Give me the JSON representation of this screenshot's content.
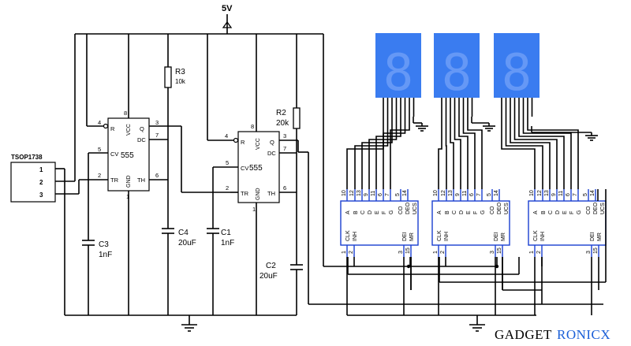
{
  "supply": {
    "label": "5V"
  },
  "sensor": {
    "name": "TSOP1738",
    "pins": [
      "1",
      "2",
      "3"
    ]
  },
  "timers": [
    {
      "part": "555",
      "pins": {
        "vcc": "8",
        "gnd": "1",
        "reset": "4",
        "cv": "5",
        "trigger": "2",
        "threshold": "6",
        "discharge": "7",
        "output": "3"
      },
      "labels": {
        "r": "R",
        "vcc": "VCC",
        "q": "Q",
        "dc": "DC",
        "cv": "CV",
        "tr": "TR",
        "th": "TH",
        "gnd": "GND"
      }
    },
    {
      "part": "555",
      "pins": {
        "vcc": "8",
        "gnd": "1",
        "reset": "4",
        "cv": "5",
        "trigger": "2",
        "threshold": "6",
        "discharge": "7",
        "output": "3"
      },
      "labels": {
        "r": "R",
        "vcc": "VCC",
        "q": "Q",
        "dc": "DC",
        "cv": "CV",
        "tr": "TR",
        "th": "TH",
        "gnd": "GND"
      }
    }
  ],
  "components": {
    "R3": {
      "name": "R3",
      "value": "10k"
    },
    "R2": {
      "name": "R2",
      "value": "20k"
    },
    "C3": {
      "name": "C3",
      "value": "1nF"
    },
    "C4": {
      "name": "C4",
      "value": "20uF"
    },
    "C1": {
      "name": "C1",
      "value": "1nF"
    },
    "C2": {
      "name": "C2",
      "value": "20uF"
    }
  },
  "counters": {
    "top_pins": [
      "10",
      "12",
      "13",
      "9",
      "11",
      "6",
      "7",
      "5",
      "14"
    ],
    "top_labels": [
      "A",
      "B",
      "C",
      "D",
      "E",
      "F",
      "G",
      "CO",
      "DEO",
      "UCS"
    ],
    "bottom_labels": [
      "CLK",
      "INH",
      "DEI",
      "MR"
    ],
    "bottom_pins": [
      "1",
      "2",
      "3",
      "15"
    ]
  },
  "displays": {
    "count": 3,
    "digit_glyph": "8"
  },
  "branding": {
    "part1": "GADGET",
    "part2": "RONICX"
  },
  "colors": {
    "wire": "#000000",
    "ic_outline": "#1a3fd0",
    "display": "#3a7cf0",
    "brand_accent": "#1a5fd8"
  }
}
